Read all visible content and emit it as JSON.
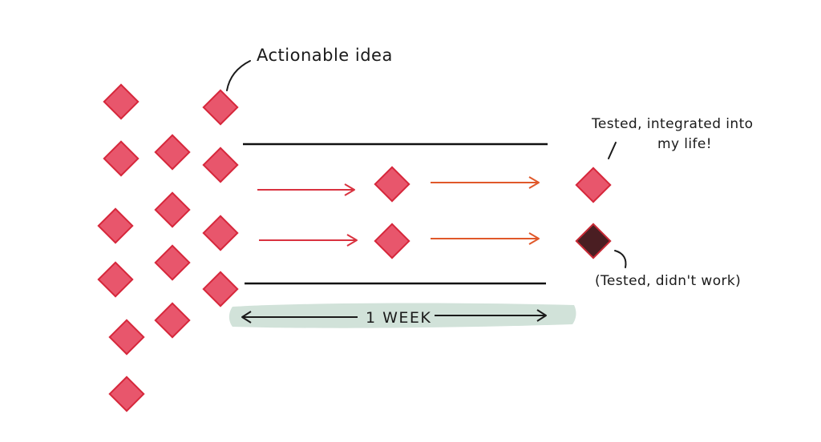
{
  "diagram": {
    "labels": {
      "actionable_idea": "Actionable idea",
      "success_line1": "Tested, integrated into",
      "success_line2": "my life!",
      "failure": "(Tested, didn't work)",
      "duration": "1 WEEK"
    },
    "colors": {
      "idea_fill": "#e8566c",
      "idea_stroke": "#d6283c",
      "failed_fill": "#4a1e22",
      "failed_stroke": "#c82a36",
      "arrow_red": "#d9323f",
      "arrow_orange": "#e0582a",
      "lane_line": "#111111",
      "week_band": "#c9ddd2",
      "ink": "#1a1a1a"
    }
  }
}
